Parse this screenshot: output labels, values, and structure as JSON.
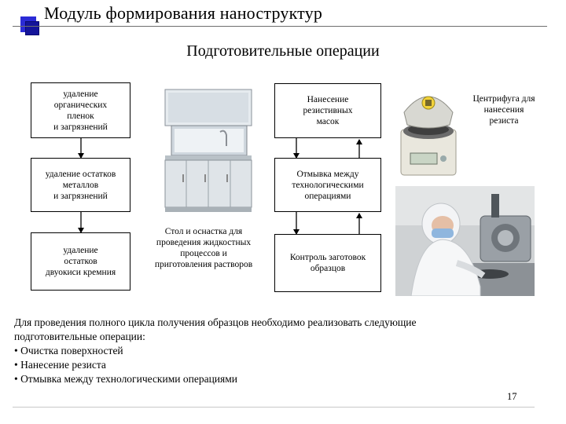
{
  "header": {
    "title": "Модуль формирования наноструктур",
    "subtitle": "Подготовительные операции"
  },
  "left_boxes": [
    "удаление\nорганических\nпленок\nи загрязнений",
    "удаление остатков\nметаллов\nи загрязнений",
    "удаление\nостатков\nдвуокиси кремния"
  ],
  "right_boxes": [
    "Нанесение\nрезистивных\nмасок",
    "Отмывка между\nтехнологическими\nоперациями",
    "Контроль заготовок\nобразцов"
  ],
  "captions": {
    "fume_hood": "Стол и оснастка для\nпроведения жидкостных\nпроцессов и\nприготовления растворов",
    "centrifuge": "Центрифуга для\nнанесения\nрезиста"
  },
  "body_text": [
    "Для проведения полного цикла получения образцов необходимо реализовать следующие",
    "подготовительные операции:",
    "• Очистка поверхностей",
    "• Нанесение резиста",
    "• Отмывка между технологическими операциями"
  ],
  "page_number": "17",
  "colors": {
    "logo_blue": "#2b2bd6",
    "logo_navy": "#14149a",
    "rule": "#6e6e6e"
  }
}
